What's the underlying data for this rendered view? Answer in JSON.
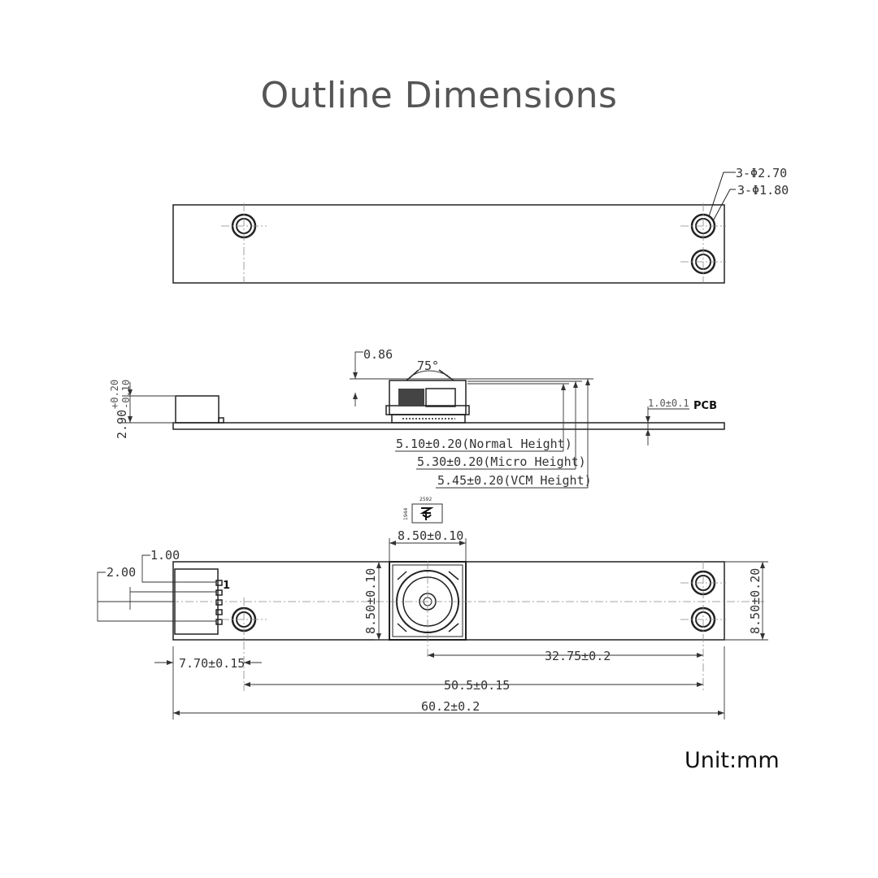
{
  "title": "Outline Dimensions",
  "unit_label": "Unit:mm",
  "top_view": {
    "hole_outer": "3-Φ2.70",
    "hole_inner": "3-Φ1.80"
  },
  "side_view": {
    "lens_offset": "0.86",
    "angle": "75°",
    "connector_height_main": "2.90",
    "connector_tol_plus": "+0.20",
    "connector_tol_minus": "-0.10",
    "pcb_thickness": "1.0±0.1",
    "pcb_label": "PCB",
    "normal_height": "5.10±0.20(Normal Height)",
    "micro_height": "5.30±0.20(Micro Height)",
    "vcm_height": "5.45±0.20(VCM Height)"
  },
  "orientation_icon": {
    "top_label": "2592",
    "side_label": "1944"
  },
  "front_view": {
    "lens_width": "8.50±0.10",
    "lens_height": "8.50±0.10",
    "board_height": "8.50±0.20",
    "pin_pitch_1": "1.00",
    "pin_pitch_2": "2.00",
    "pin_one": "1",
    "connector_offset": "7.70±0.15",
    "lens_to_hole": "32.75±0.2",
    "hole_spacing": "50.5±0.15",
    "total_length": "60.2±0.2"
  }
}
